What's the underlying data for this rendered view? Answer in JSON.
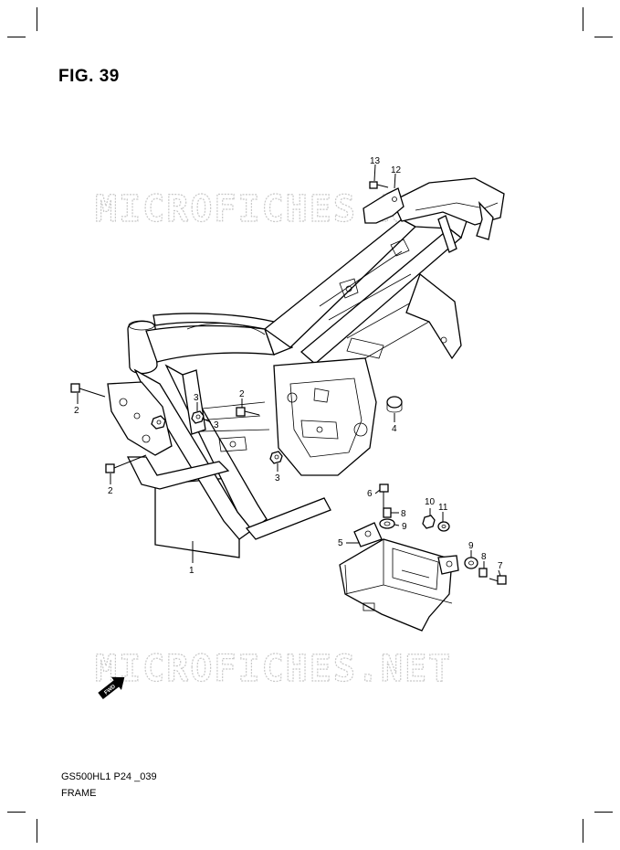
{
  "figure_title": "FIG. 39",
  "footer": {
    "code": "GS500HL1 P24 _039",
    "section": "FRAME"
  },
  "watermark": "MICROFICHES.NET",
  "fwd_label": "FWD",
  "callouts": {
    "c1": "1",
    "c2a": "2",
    "c2b": "2",
    "c2c": "2",
    "c3a": "3",
    "c3b": "3",
    "c3c": "3",
    "c4": "4",
    "c5": "5",
    "c6": "6",
    "c7": "7",
    "c8a": "8",
    "c8b": "8",
    "c9a": "9",
    "c9b": "9",
    "c10": "10",
    "c11": "11",
    "c12": "12",
    "c13": "13"
  },
  "colors": {
    "ink": "#000000",
    "watermark": "#c8c8c8",
    "paper": "#ffffff"
  }
}
